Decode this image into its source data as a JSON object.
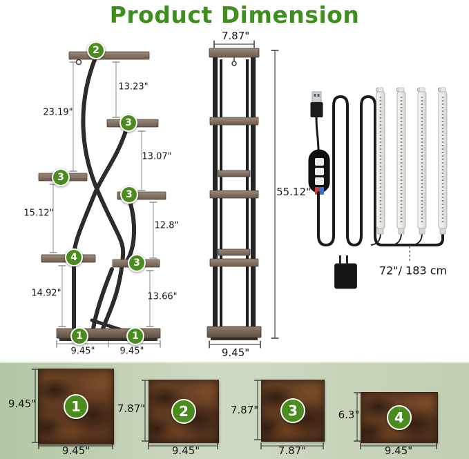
{
  "title": "Product Dimension",
  "colors": {
    "title_green": "#3f8e1e",
    "badge_green": "#4a8c1e",
    "wood_brown": "#5a3620",
    "frame_black": "#2c2c2c",
    "bottom_band": "#c6d4b9"
  },
  "side_view": {
    "badges": [
      "2",
      "3",
      "3",
      "3",
      "4",
      "3",
      "1",
      "1"
    ],
    "dims": {
      "top_left": "23.19\"",
      "top_right": "13.23\"",
      "upper_right": "13.07\"",
      "mid_left": "15.12\"",
      "mid_right": "12.8\"",
      "lower_left": "14.92\"",
      "lower_right": "13.66\"",
      "base_left": "9.45\"",
      "base_right": "9.45\""
    }
  },
  "front_view": {
    "top_width": "7.87\"",
    "height": "55.12\"",
    "base_width": "9.45\""
  },
  "accessories": {
    "cable_length": "72\"/ 183 cm",
    "led_bar_count": 4
  },
  "panels": [
    {
      "num": "1",
      "height": "9.45\"",
      "width": "9.45\""
    },
    {
      "num": "2",
      "height": "7.87\"",
      "width": "9.45\""
    },
    {
      "num": "3",
      "height": "7.87\"",
      "width": "7.87\""
    },
    {
      "num": "4",
      "height": "6.3\"",
      "width": "9.45\""
    }
  ]
}
